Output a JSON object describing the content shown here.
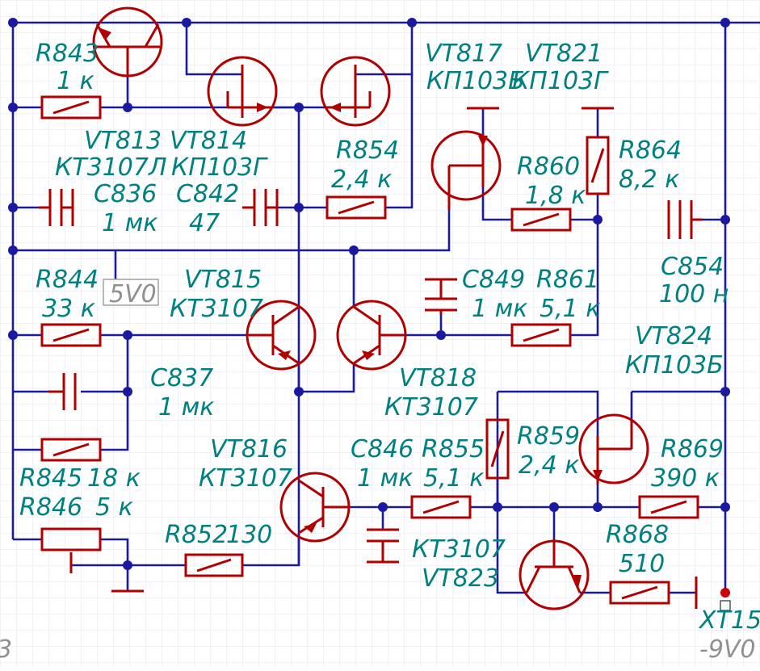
{
  "colors": {
    "wire": "#1a1aa0",
    "component": "#b00000",
    "label": "#008080",
    "net_label": "#909090",
    "grid": "#e6e6ee"
  },
  "components": {
    "R843": {
      "ref": "R843",
      "value": "1 к"
    },
    "R844": {
      "ref": "R844",
      "value": "33 к"
    },
    "R845": {
      "ref": "R845",
      "value": "18 к"
    },
    "R846": {
      "ref": "R846",
      "value": "5 к"
    },
    "R852": {
      "ref": "R852",
      "value": "130"
    },
    "R854": {
      "ref": "R854",
      "value": "2,4 к"
    },
    "R855": {
      "ref": "R855",
      "value": "5,1 к"
    },
    "R859": {
      "ref": "R859",
      "value": "2,4 к"
    },
    "R860": {
      "ref": "R860",
      "value": "1,8 к"
    },
    "R861": {
      "ref": "R861",
      "value": "5,1 к"
    },
    "R864": {
      "ref": "R864",
      "value": "8,2 к"
    },
    "R868": {
      "ref": "R868",
      "value": "510"
    },
    "R869": {
      "ref": "R869",
      "value": "390 к"
    },
    "C836": {
      "ref": "C836",
      "value": "1 мк"
    },
    "C837": {
      "ref": "C837",
      "value": "1 мк"
    },
    "C842": {
      "ref": "C842",
      "value": "47"
    },
    "C846": {
      "ref": "C846",
      "value": "1 мк"
    },
    "C849": {
      "ref": "C849",
      "value": "1 мк"
    },
    "C854": {
      "ref": "C854",
      "value": "100 н"
    },
    "VT813": {
      "ref": "VT813",
      "type": "КТ3107Л"
    },
    "VT814": {
      "ref": "VT814",
      "type": "КП103Г"
    },
    "VT815": {
      "ref": "VT815",
      "type": "КТ3107"
    },
    "VT816": {
      "ref": "VT816",
      "type": "КТ3107"
    },
    "VT817": {
      "ref": "VT817",
      "type": "КП103Б"
    },
    "VT818": {
      "ref": "VT818",
      "type": "КТ3107"
    },
    "VT821": {
      "ref": "VT821",
      "type": "КП103Г"
    },
    "VT823": {
      "ref": "VT823",
      "type": "КТ3107"
    },
    "VT824": {
      "ref": "VT824",
      "type": "КП103Б"
    },
    "XT15": {
      "ref": "XT15",
      "net": "-9V0"
    }
  },
  "net_labels": {
    "v5": "5V0",
    "left_cut": "3"
  }
}
